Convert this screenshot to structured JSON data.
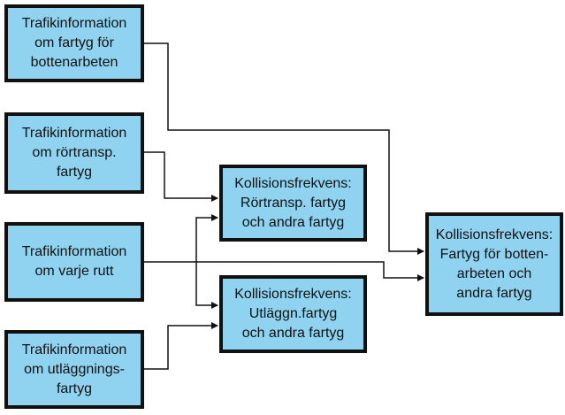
{
  "nodes": {
    "src1": {
      "lines": [
        "Trafikinformation",
        "om fartyg för",
        "bottenarbeten"
      ]
    },
    "src2": {
      "lines": [
        "Trafikinformation",
        "om rörtransp.",
        "fartyg"
      ]
    },
    "src3": {
      "lines": [
        "Trafikinformation",
        "om varje rutt"
      ]
    },
    "src4": {
      "lines": [
        "Trafikinformation",
        "om utläggnings-",
        "fartyg"
      ]
    },
    "mid1": {
      "lines": [
        "Kollisionsfrekvens:",
        "Rörtransp. fartyg",
        "och andra fartyg"
      ]
    },
    "mid2": {
      "lines": [
        "Kollisionsfrekvens:",
        "Utläggn.fartyg",
        "och andra fartyg"
      ]
    },
    "out": {
      "lines": [
        "Kollisionsfrekvens:",
        "Fartyg för botten-",
        "arbeten och",
        "andra fartyg"
      ]
    }
  },
  "colors": {
    "box_fill": "#8fd3f0",
    "box_border": "#111111",
    "connector": "#111111"
  }
}
